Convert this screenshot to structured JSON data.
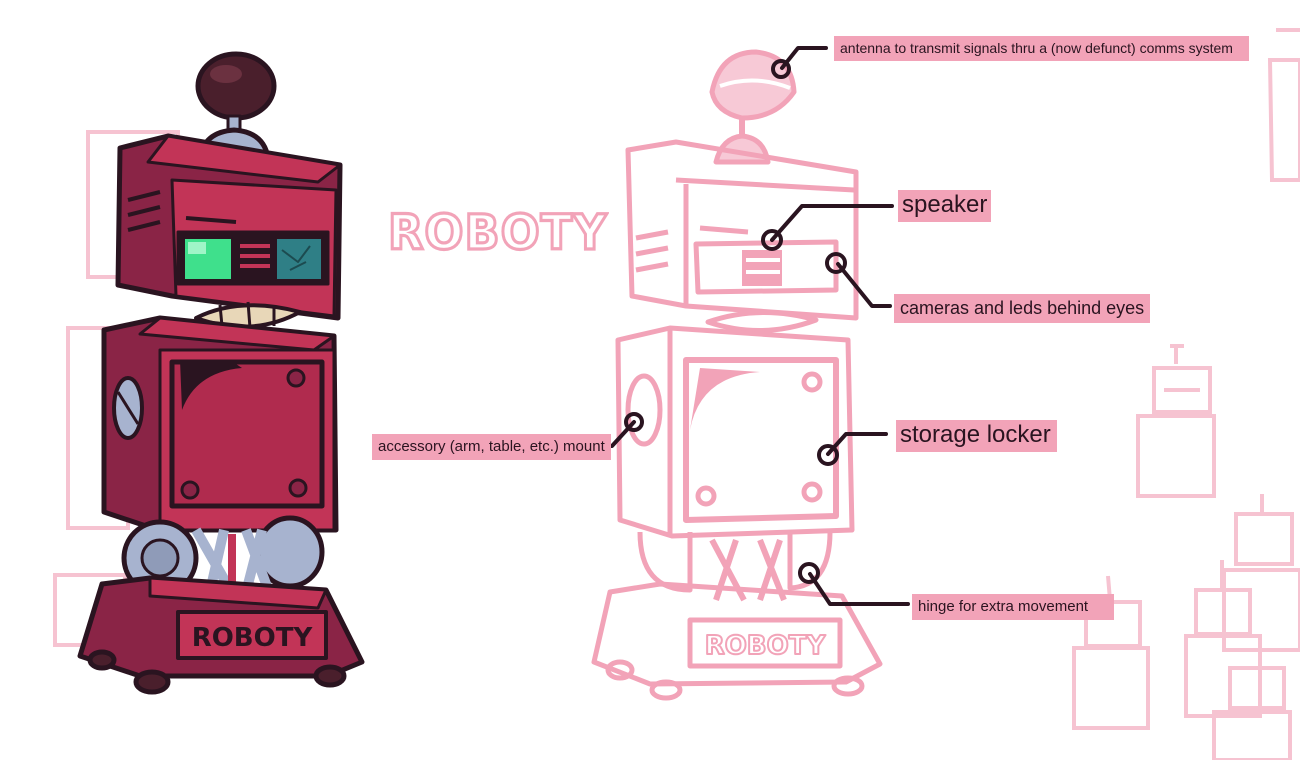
{
  "title": "ROBOTY",
  "base_plate_text": "ROBOTY",
  "callouts": {
    "antenna": "antenna to transmit signals thru a (now defunct) comms system",
    "speaker": "speaker",
    "cameras": "cameras and leds behind eyes",
    "accessory_mount": "accessory (arm, table, etc.) mount",
    "storage_locker": "storage locker",
    "hinge": "hinge for extra movement"
  },
  "colors": {
    "robot_body": "#c23457",
    "robot_shadow": "#8a2446",
    "outline": "#2a1420",
    "eye_green": "#3fe08c",
    "eye_teal": "#2f7f86",
    "wheel_blue": "#a7b3cf",
    "sketch_pink": "#f2a3b8",
    "label_bg": "#f2a3b8"
  }
}
